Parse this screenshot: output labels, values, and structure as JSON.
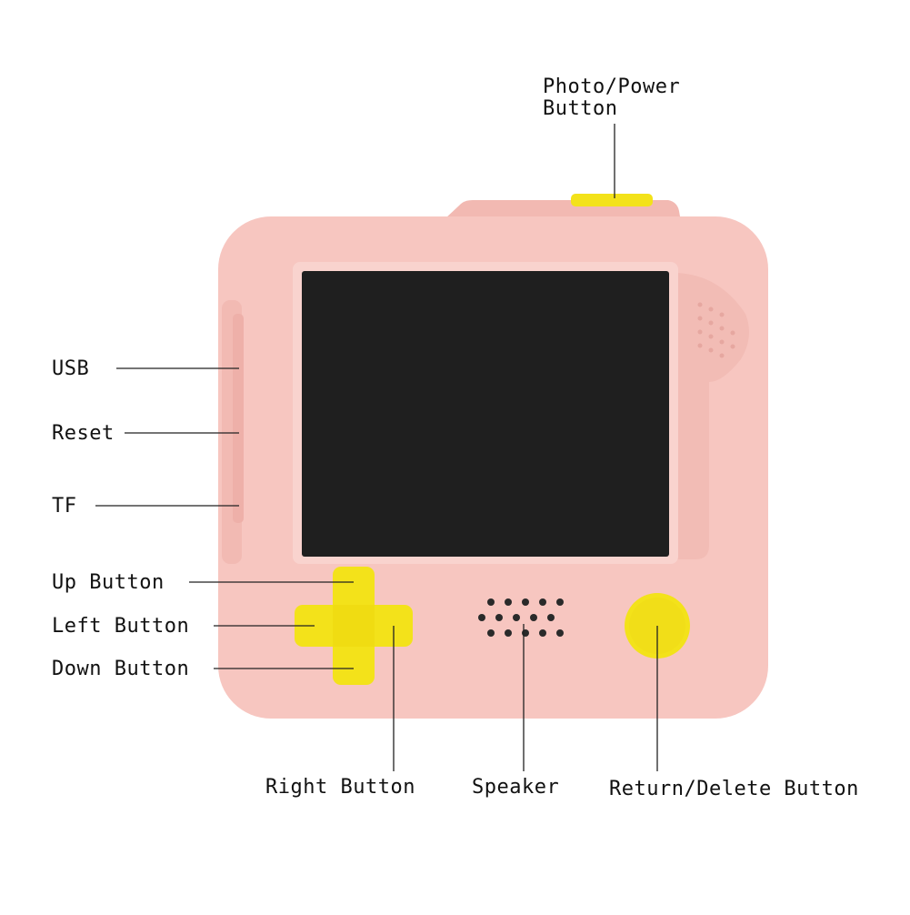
{
  "labels": {
    "photo_power_line1": "Photo/Power",
    "photo_power_line2": "Button",
    "usb": "USB",
    "reset": "Reset",
    "tf": "TF",
    "up_button": "Up Button",
    "left_button": "Left Button",
    "down_button": "Down Button",
    "right_button": "Right Button",
    "speaker": "Speaker",
    "return_delete_button": "Return/Delete Button"
  },
  "colors": {
    "body": "#f7c6c0",
    "body_shade": "#efb3ac",
    "screen": "#1f1f1f",
    "button_yellow": "#f3e21a",
    "leader_line": "#222222"
  }
}
